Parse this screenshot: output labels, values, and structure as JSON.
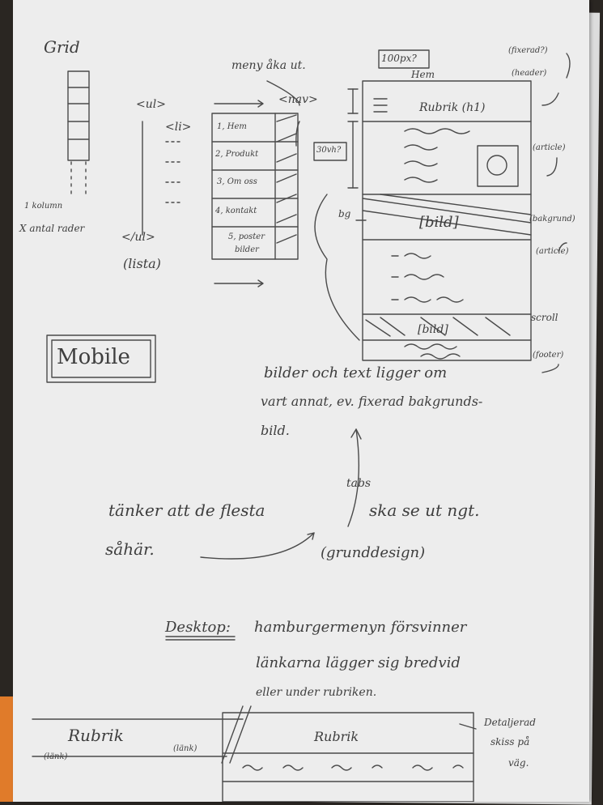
{
  "sketch": {
    "grid": {
      "title": "Grid",
      "note_line1": "1 kolumn",
      "note_line2": "X antal rader"
    },
    "list": {
      "ul_open": "<ul>",
      "li": "<li>",
      "ul_close": "</ul>",
      "lista": "(lista)",
      "items": [
        "1, Hem",
        "2, Produkt",
        "3, Om oss",
        "4, kontakt",
        "5, poster",
        "bilder"
      ]
    },
    "nav": {
      "meny": "meny åka ut.",
      "nav_tag": "<nav>",
      "px100": "100px?",
      "hem": "Hem",
      "px30": "30vh?",
      "bg": "bg"
    },
    "mobile_layout": {
      "rubrik": "Rubrik (h1)",
      "bild1": "[bild]",
      "bild2": "[bild]"
    },
    "annotations": {
      "fixerad": "(fixerad?)",
      "header": "(header)",
      "article": "(article)",
      "bakgrund": "(bakgrund)",
      "article2": "(article)",
      "scroll": "scroll",
      "footer": "(footer)"
    },
    "mobile_label": "Mobile",
    "note1": {
      "l1": "bilder och text ligger om",
      "l2": "vart annat, ev. fixerad bakgrunds-",
      "l3": "bild."
    },
    "tabs": "tabs",
    "note2": {
      "l1a": "tänker att de flesta",
      "l1b": "ska se ut ngt.",
      "l2": "såhär.",
      "grunddesign": "(grunddesign)"
    },
    "desktop": {
      "label": "Desktop:",
      "l1": "hamburgermenyn försvinner",
      "l2": "länkarna lägger sig bredvid",
      "l3": "eller under rubriken.",
      "rubrik_left": "Rubrik",
      "lank1": "(länk)",
      "lank2": "(länk)",
      "rubrik_right": "Rubrik",
      "detalj_l1": "Detaljerad",
      "detalj_l2": "skiss på",
      "detalj_l3": "väg."
    }
  }
}
